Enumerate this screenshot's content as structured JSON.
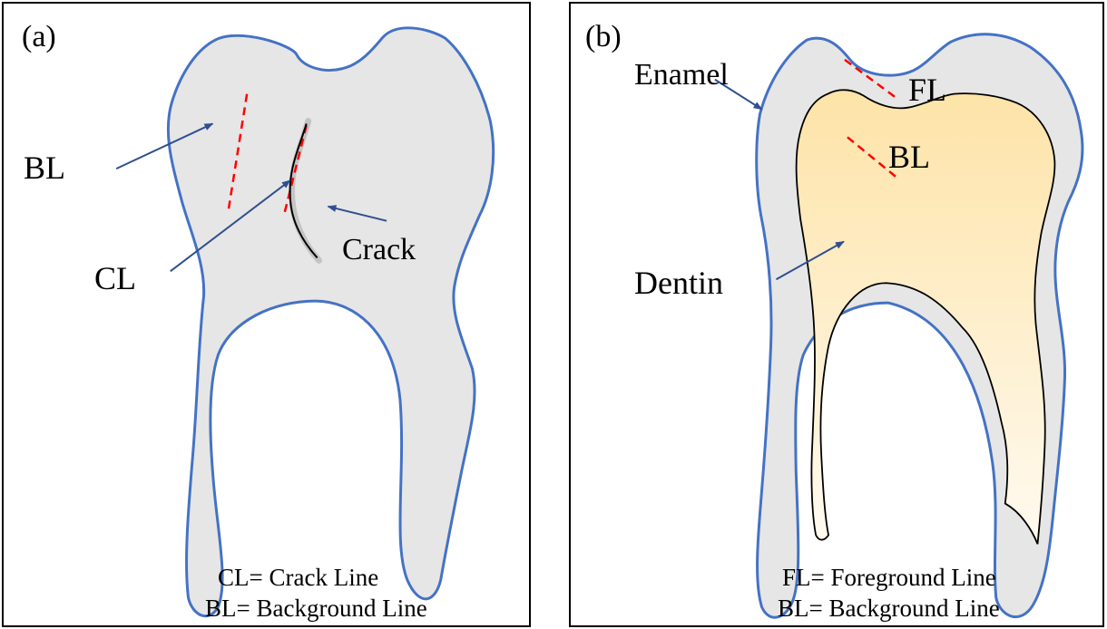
{
  "panel_a": {
    "tag": "(a)",
    "labels": {
      "bl": "BL",
      "cl": "CL",
      "crack": "Crack"
    },
    "legend": [
      "CL= Crack Line",
      "BL= Background Line"
    ]
  },
  "panel_b": {
    "tag": "(b)",
    "labels": {
      "enamel": "Enamel",
      "fl": "FL",
      "bl": "BL",
      "dentin": "Dentin"
    },
    "legend": [
      "FL= Foreground Line",
      "BL= Background Line"
    ]
  },
  "colors": {
    "tooth_outline": "#4472c4",
    "tooth_fill": "#e6e6e6",
    "dentin_top": "#fde3a7",
    "dentin_bottom": "#fffaf0",
    "reference_line": "#ff0000",
    "arrow": "#2f4f8f",
    "crack": "#000000"
  }
}
